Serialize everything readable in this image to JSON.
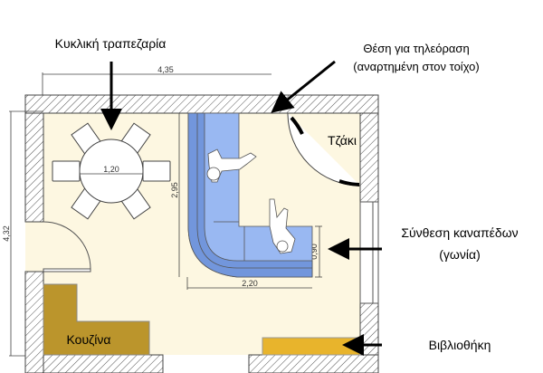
{
  "annotations": {
    "dining": "Κυκλική τραπεζαρία",
    "tv_line1": "Θέση για τηλεόραση",
    "tv_line2": "(αναρτημένη στον τοίχο)",
    "sofa_line1": "Σύνθεση καναπέδων",
    "sofa_line2": "(γωνία)",
    "bookcase": "Βιβλιοθήκη"
  },
  "room_labels": {
    "fireplace": "Τζάκι",
    "kitchen": "Κουζίνα"
  },
  "dimensions": {
    "room_width": "4,35",
    "room_depth": "4,32",
    "table_diameter": "1,20",
    "sofa_length": "2,95",
    "sofa_width": "2,20",
    "sofa_depth": "0,90"
  },
  "colors": {
    "floor": "#fdf7e1",
    "sofa_seat": "#99b8f2",
    "sofa_back": "#7296dc",
    "kitchen": "#bb952c",
    "bookcase": "#e8b42c"
  }
}
